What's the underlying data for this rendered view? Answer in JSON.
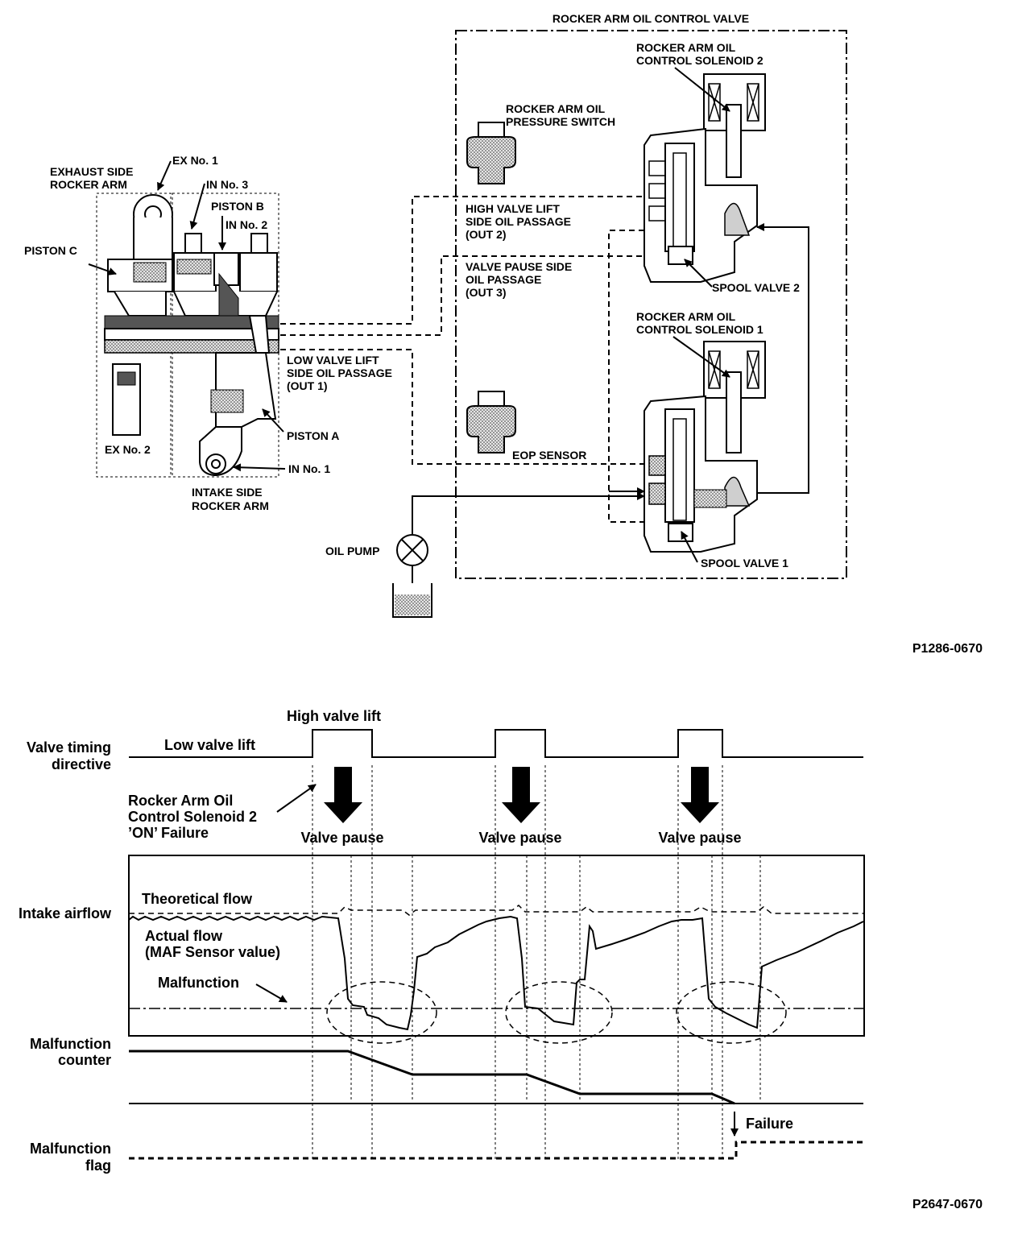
{
  "upper": {
    "title": "ROCKER ARM OIL CONTROL VALVE",
    "labels": {
      "solenoid2_l1": "ROCKER ARM OIL",
      "solenoid2_l2": "CONTROL SOLENOID 2",
      "pressure_switch_l1": "ROCKER ARM OIL",
      "pressure_switch_l2": "PRESSURE SWITCH",
      "high_lift_l1": "HIGH VALVE LIFT",
      "high_lift_l2": "SIDE OIL PASSAGE",
      "high_lift_l3": "(OUT 2)",
      "pause_l1": "VALVE PAUSE SIDE",
      "pause_l2": "OIL PASSAGE",
      "pause_l3": "(OUT 3)",
      "spool2": "SPOOL VALVE 2",
      "solenoid1_l1": "ROCKER ARM OIL",
      "solenoid1_l2": "CONTROL SOLENOID 1",
      "low_lift_l1": "LOW VALVE LIFT",
      "low_lift_l2": "SIDE OIL PASSAGE",
      "low_lift_l3": "(OUT 1)",
      "eop": "EOP SENSOR",
      "spool1": "SPOOL VALVE 1",
      "oil_pump": "OIL PUMP",
      "exhaust_l1": "EXHAUST SIDE",
      "exhaust_l2": "ROCKER ARM",
      "ex1": "EX No. 1",
      "in3": "IN No. 3",
      "pistonb": "PISTON B",
      "in2": "IN No. 2",
      "pistonc": "PISTON C",
      "pistona": "PISTON A",
      "ex2": "EX No. 2",
      "in1": "IN No. 1",
      "intake_l1": "INTAKE SIDE",
      "intake_l2": "ROCKER ARM"
    },
    "figure_code": "P1286-0670"
  },
  "lower": {
    "labels": {
      "high_valve_lift": "High valve lift",
      "valve_timing_l1": "Valve timing",
      "valve_timing_l2": "directive",
      "low_valve_lift": "Low valve lift",
      "failure_l1": "Rocker Arm Oil",
      "failure_l2": "Control Solenoid 2",
      "failure_l3": "’ON’ Failure",
      "valve_pause": "Valve pause",
      "theoretical_flow": "Theoretical flow",
      "intake_airflow": "Intake airflow",
      "actual_flow_l1": "Actual flow",
      "actual_flow_l2": "(MAF Sensor value)",
      "malfunction": "Malfunction",
      "counter_l1": "Malfunction",
      "counter_l2": "counter",
      "failure": "Failure",
      "flag_l1": "Malfunction",
      "flag_l2": "flag"
    },
    "figure_code": "P2647-0670"
  }
}
